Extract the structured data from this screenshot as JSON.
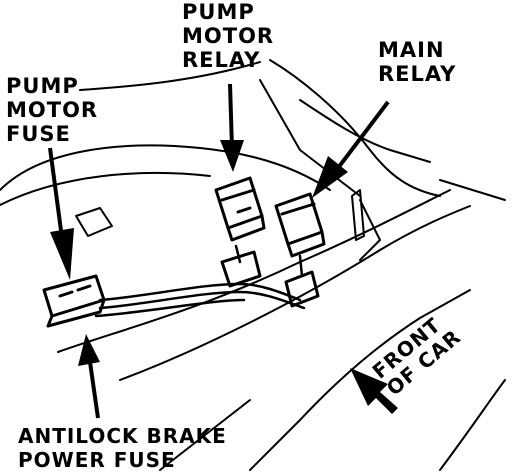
{
  "labels": {
    "pump_motor_relay": [
      "PUMP",
      "MOTOR",
      "RELAY"
    ],
    "main_relay": [
      "MAIN",
      "RELAY"
    ],
    "pump_motor_fuse": [
      "PUMP",
      "MOTOR",
      "FUSE"
    ],
    "antilock_brake_power_fuse": [
      "ANTILOCK BRAKE",
      "POWER FUSE"
    ],
    "front_of_car": [
      "FRONT",
      "OF CAR"
    ]
  },
  "colors": {
    "ink": "#000000",
    "paper": "#ffffff"
  }
}
